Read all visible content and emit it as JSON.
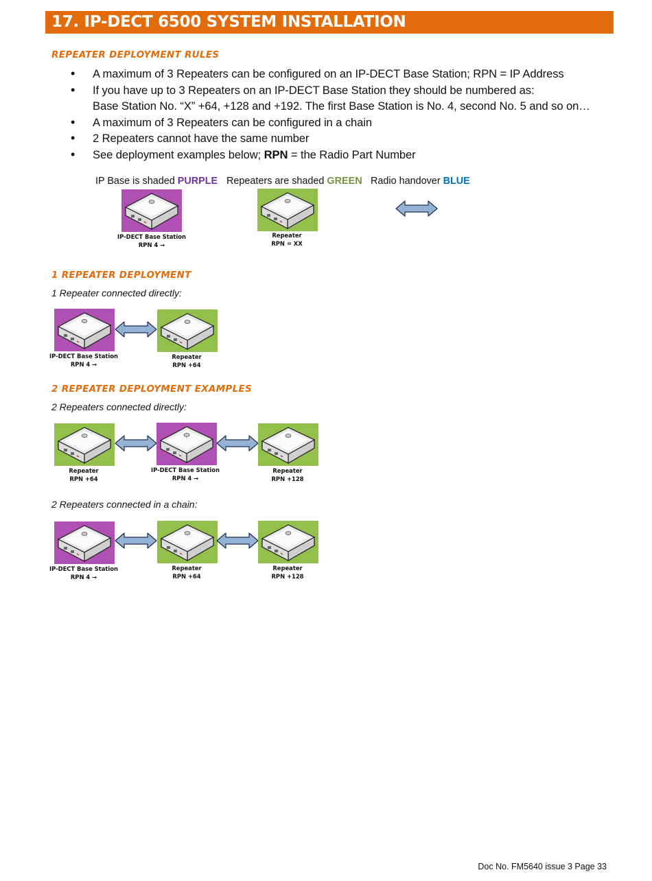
{
  "title": "17. IP-DECT 6500 SYSTEM INSTALLATION",
  "section1": {
    "heading": "REPEATER DEPLOYMENT RULES",
    "bullets": [
      "A maximum of 3 Repeaters can be configured on an IP-DECT Base Station; RPN = IP Address",
      "If you have up to 3 Repeaters on an IP-DECT Base Station they should be numbered as:",
      "A maximum of 3 Repeaters can be configured in a chain",
      "2 Repeaters cannot have the same number"
    ],
    "bullet2_cont": "Base Station No. “X” +64, +128 and +192. The first Base Station is No. 4, second No. 5 and so on…",
    "bullet5_prefix": "See deployment examples below; ",
    "bullet5_bold": "RPN",
    "bullet5_suffix": " = the Radio Part Number"
  },
  "legend": {
    "base_text": "IP Base is shaded ",
    "base_color_word": "PURPLE",
    "rep_text": "Repeaters are shaded ",
    "rep_color_word": "GREEN",
    "handover_text": "Radio handover ",
    "handover_color_word": "BLUE",
    "base_caption": [
      "IP-DECT Base Station",
      "RPN 4 →"
    ],
    "rep_caption": [
      "Repeater",
      "RPN = XX"
    ]
  },
  "section2": {
    "heading": "1 REPEATER DEPLOYMENT",
    "subheading": "1 Repeater connected directly:",
    "captions": [
      [
        "IP-DECT Base Station",
        "RPN 4 →"
      ],
      [
        "Repeater",
        "RPN +64"
      ]
    ]
  },
  "section3": {
    "heading": "2 REPEATER DEPLOYMENT EXAMPLES",
    "sub_direct": "2 Repeaters connected directly:",
    "direct_captions": [
      [
        "Repeater",
        "RPN +64"
      ],
      [
        "IP-DECT Base Station",
        "RPN 4 →"
      ],
      [
        "Repeater",
        "RPN +128"
      ]
    ],
    "sub_chain": "2 Repeaters connected in a chain:",
    "chain_captions": [
      [
        "IP-DECT Base Station",
        "RPN 4 →"
      ],
      [
        "Repeater",
        "RPN +64"
      ],
      [
        "Repeater",
        "RPN +128"
      ]
    ]
  },
  "footer": "Doc No. FM5640 issue 3 Page 33",
  "colors": {
    "accent": "#e36c0a",
    "purple": "#7030a0",
    "green": "#76923c",
    "blue": "#0070c0",
    "base_bg": "#b04fb4",
    "repeater_bg": "#92c04b",
    "arrow_fill": "#95b3d7"
  },
  "icons": [
    "dect-base-station-icon",
    "dect-repeater-icon",
    "handover-arrow-icon"
  ]
}
